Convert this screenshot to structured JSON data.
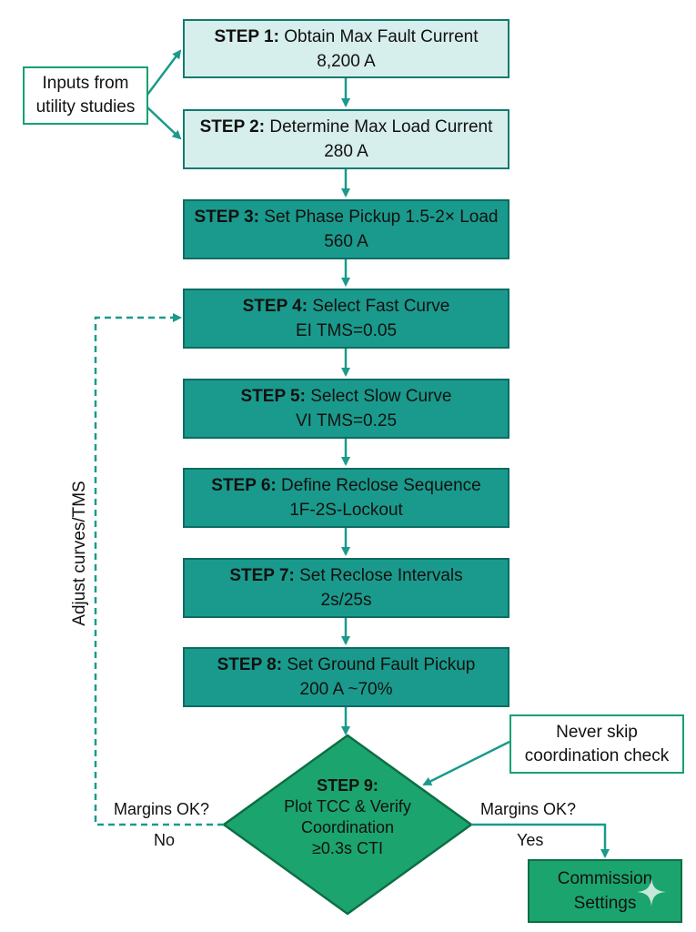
{
  "steps": [
    {
      "title": "STEP 1:",
      "text": "Obtain Max Fault Current",
      "value": "8,200 A"
    },
    {
      "title": "STEP 2:",
      "text": "Determine Max Load Current",
      "value": "280 A"
    },
    {
      "title": "STEP 3:",
      "text": "Set Phase Pickup 1.5-2× Load",
      "value": "560 A"
    },
    {
      "title": "STEP 4:",
      "text": "Select Fast Curve",
      "value": "EI TMS=0.05"
    },
    {
      "title": "STEP 5:",
      "text": "Select Slow Curve",
      "value": "VI TMS=0.25"
    },
    {
      "title": "STEP 6:",
      "text": "Define Reclose Sequence",
      "value": "1F-2S-Lockout"
    },
    {
      "title": "STEP 7:",
      "text": "Set Reclose Intervals",
      "value": "2s/25s"
    },
    {
      "title": "STEP 8:",
      "text": "Set Ground Fault Pickup",
      "value": "200 A ~70%"
    }
  ],
  "decision": {
    "title": "STEP 9:",
    "lines": [
      "Plot TCC & Verify",
      "Coordination",
      "≥0.3s CTI"
    ]
  },
  "inputs_note": {
    "line1": "Inputs from",
    "line2": "utility studies"
  },
  "never_skip_note": {
    "line1": "Never skip",
    "line2": "coordination check"
  },
  "branch_left": {
    "question": "Margins OK?",
    "answer": "No"
  },
  "branch_right": {
    "question": "Margins OK?",
    "answer": "Yes"
  },
  "loop_label": "Adjust curves/TMS",
  "final": {
    "line1": "Commission",
    "line2": "Settings"
  },
  "colors": {
    "arrow": "#1a9a8c",
    "light_fill": "#d6eeec",
    "dark_fill": "#1a9a8c",
    "decision_fill": "#1ca46e",
    "note_border": "#16a070"
  }
}
